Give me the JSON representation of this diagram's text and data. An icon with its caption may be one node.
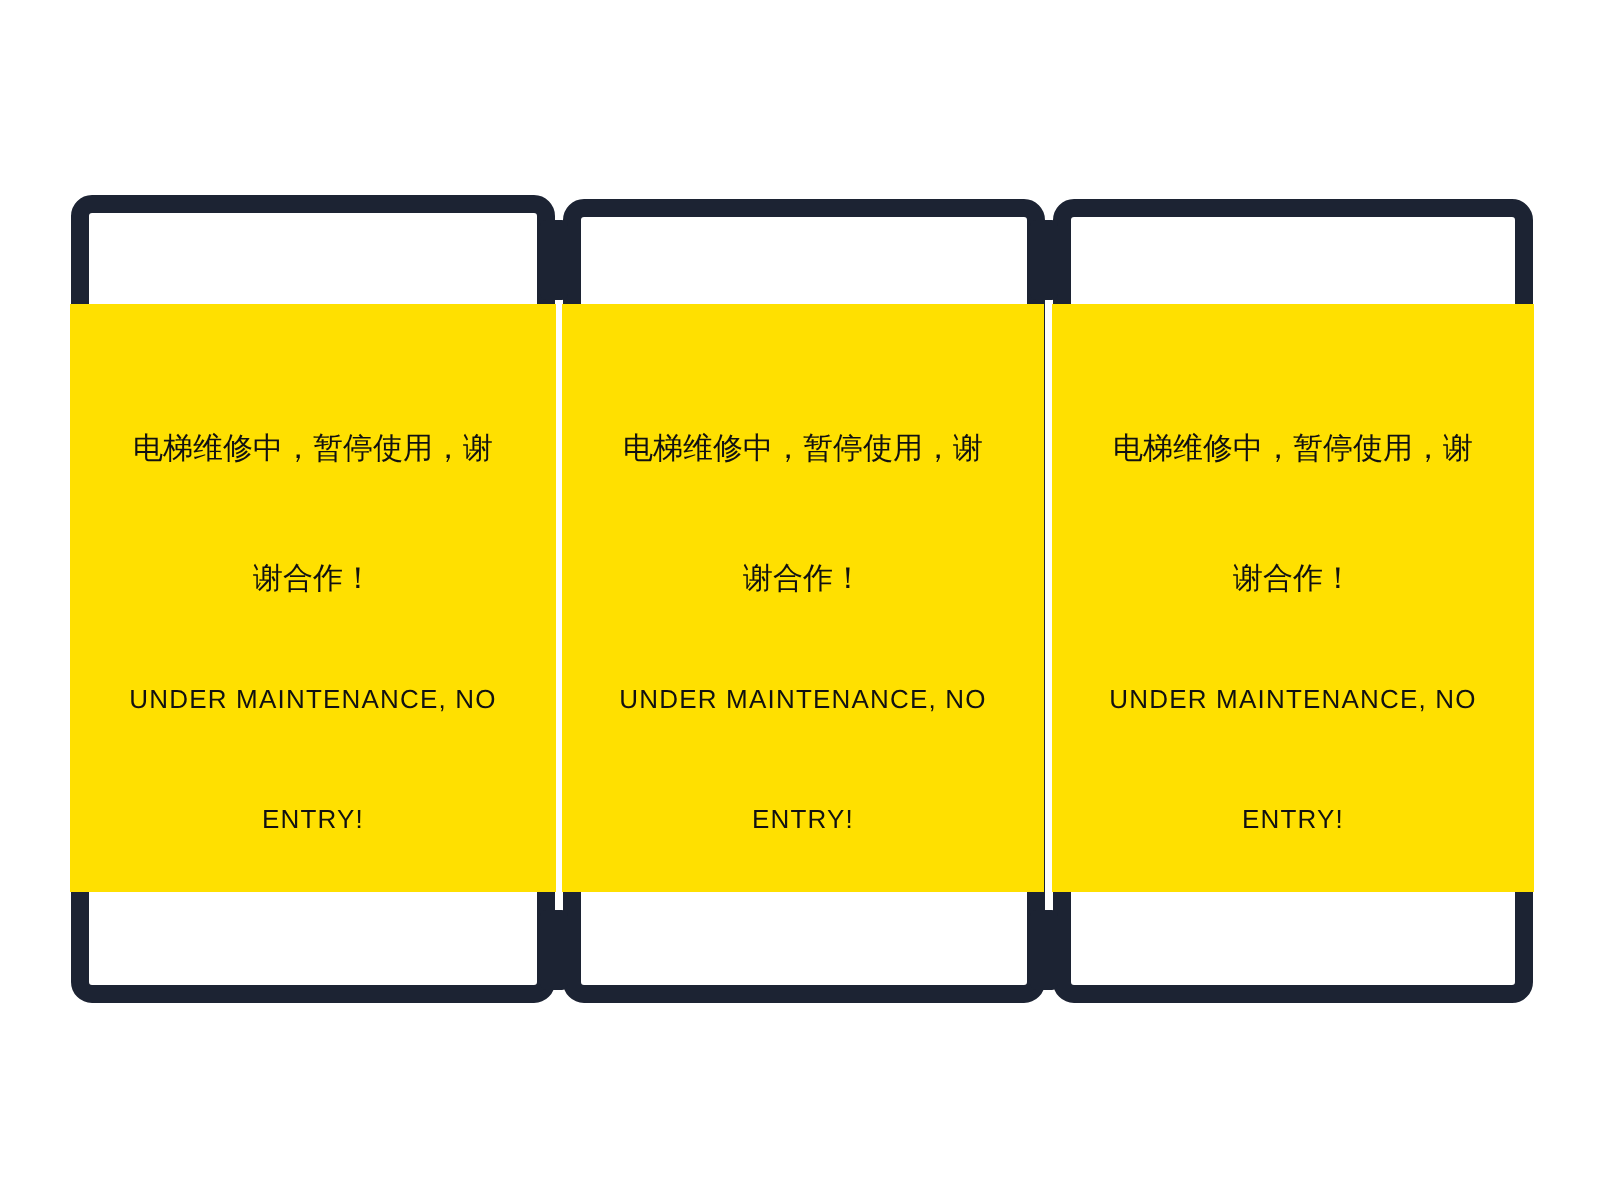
{
  "diagram": {
    "nodes": [
      {
        "text": [
          "电梯维修中，暂停使用，谢谢合作！",
          "UNDER MAINTENANCE, NO ENTRY!"
        ]
      },
      {
        "text": [
          "电梯维修中，暂停使用，谢谢合作！",
          "UNDER MAINTENANCE, NO ENTRY!"
        ]
      },
      {
        "text": [
          "电梯维修中，暂停使用，谢谢合作！",
          "UNDER MAINTENANCE, NO ENTRY!"
        ]
      }
    ]
  }
}
